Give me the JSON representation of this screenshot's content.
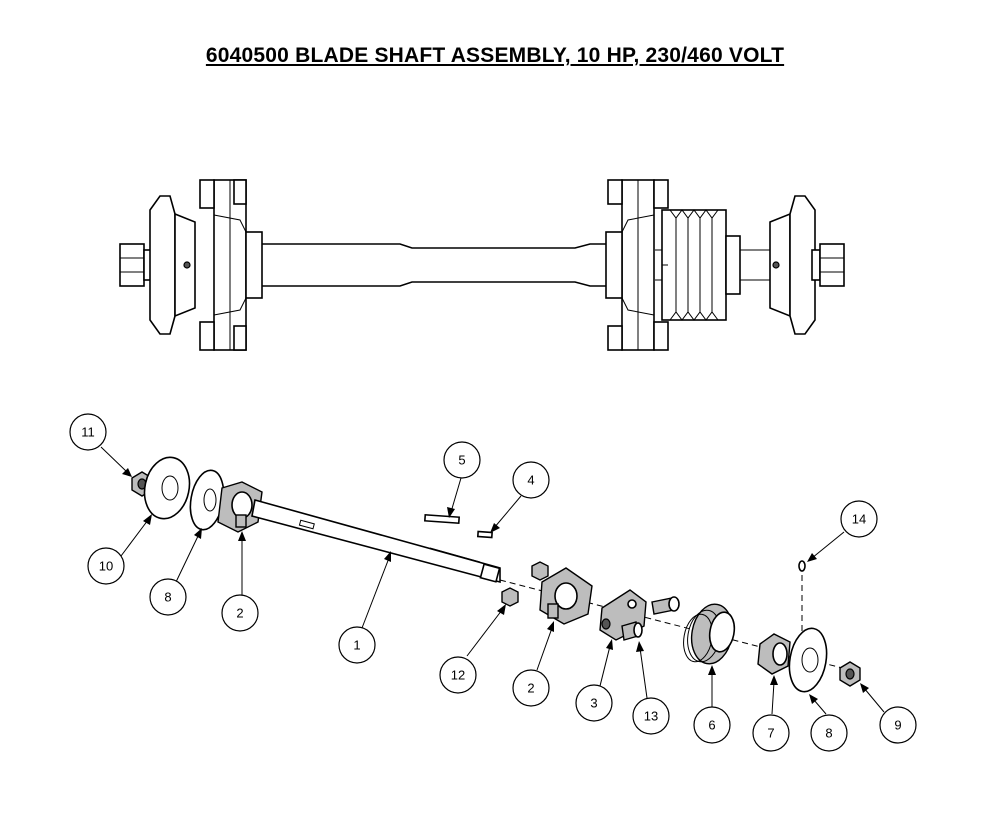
{
  "title": "6040500 BLADE SHAFT ASSEMBLY, 10 HP, 230/460 VOLT",
  "callouts": [
    {
      "number": "11"
    },
    {
      "number": "10"
    },
    {
      "number": "8"
    },
    {
      "number": "2"
    },
    {
      "number": "1"
    },
    {
      "number": "5"
    },
    {
      "number": "4"
    },
    {
      "number": "12"
    },
    {
      "number": "2"
    },
    {
      "number": "3"
    },
    {
      "number": "13"
    },
    {
      "number": "6"
    },
    {
      "number": "7"
    },
    {
      "number": "8"
    },
    {
      "number": "9"
    },
    {
      "number": "14"
    }
  ]
}
